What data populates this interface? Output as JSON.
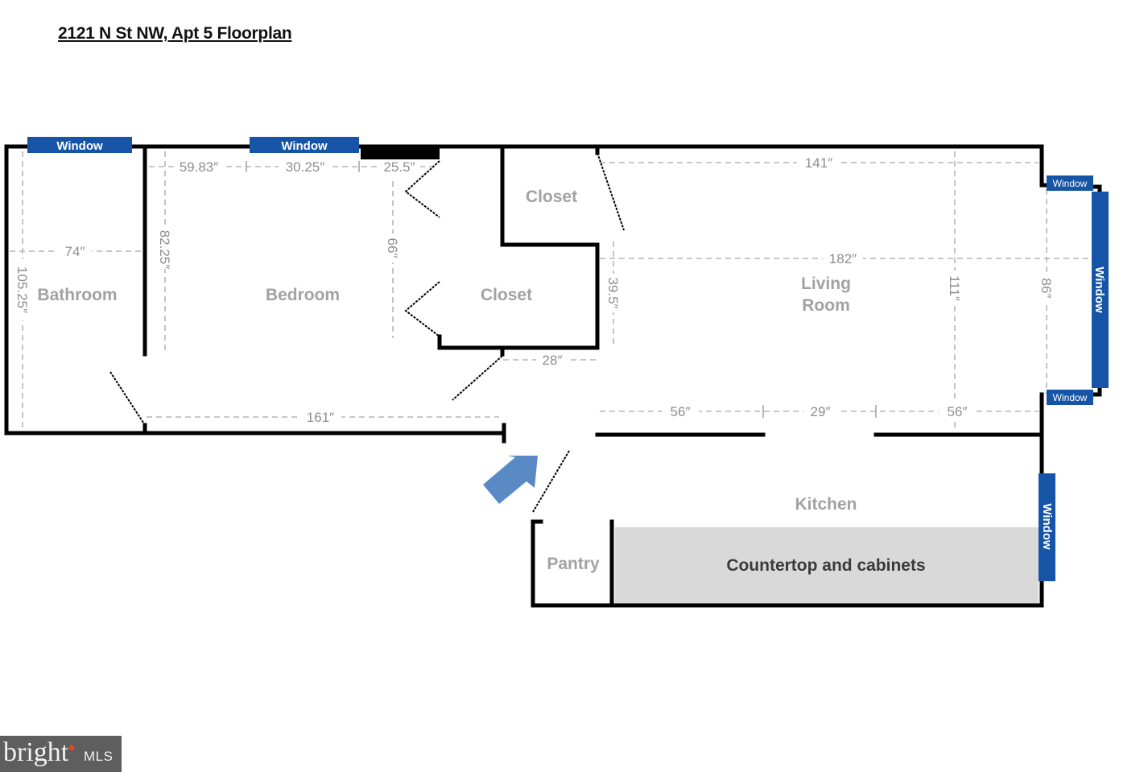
{
  "title": "2121 N St NW, Apt 5 Floorplan",
  "rooms": {
    "bathroom": "Bathroom",
    "bedroom": "Bedroom",
    "closet_upper": "Closet",
    "closet_lower": "Closet",
    "living_line1": "Living",
    "living_line2": "Room",
    "kitchen": "Kitchen",
    "pantry": "Pantry",
    "countertop": "Countertop and cabinets"
  },
  "windows": {
    "bathroom_top": "Window",
    "bedroom_top": "Window",
    "living_bay_top": "Window",
    "living_bay_main": "Window",
    "living_bay_bottom": "Window",
    "kitchen_right": "Window"
  },
  "dimensions": {
    "bedroom_top_a": "59.83″",
    "bedroom_top_b": "30.25″",
    "bedroom_top_c": "25.5″",
    "bathroom_width": "74″",
    "bathroom_height": "105.25″",
    "bedroom_height": "82.25″",
    "closet_depth": "66″",
    "living_top": "141″",
    "living_length": "182″",
    "living_width": "111″",
    "bay_width": "86″",
    "closet_side": "39.5″",
    "closet_bottom": "28″",
    "hall_length": "161″",
    "kitchen_wall_left": "56″",
    "kitchen_opening": "29″",
    "kitchen_wall_right": "56″"
  },
  "entry_arrow": "entry-arrow",
  "logo": {
    "brand": "bright",
    "suffix": "MLS"
  },
  "colors": {
    "window_blue": "#1554a6",
    "arrow_blue": "#5a8ac6",
    "counter_gray": "#d9d9d9",
    "room_label_gray": "#a2a2a2"
  }
}
